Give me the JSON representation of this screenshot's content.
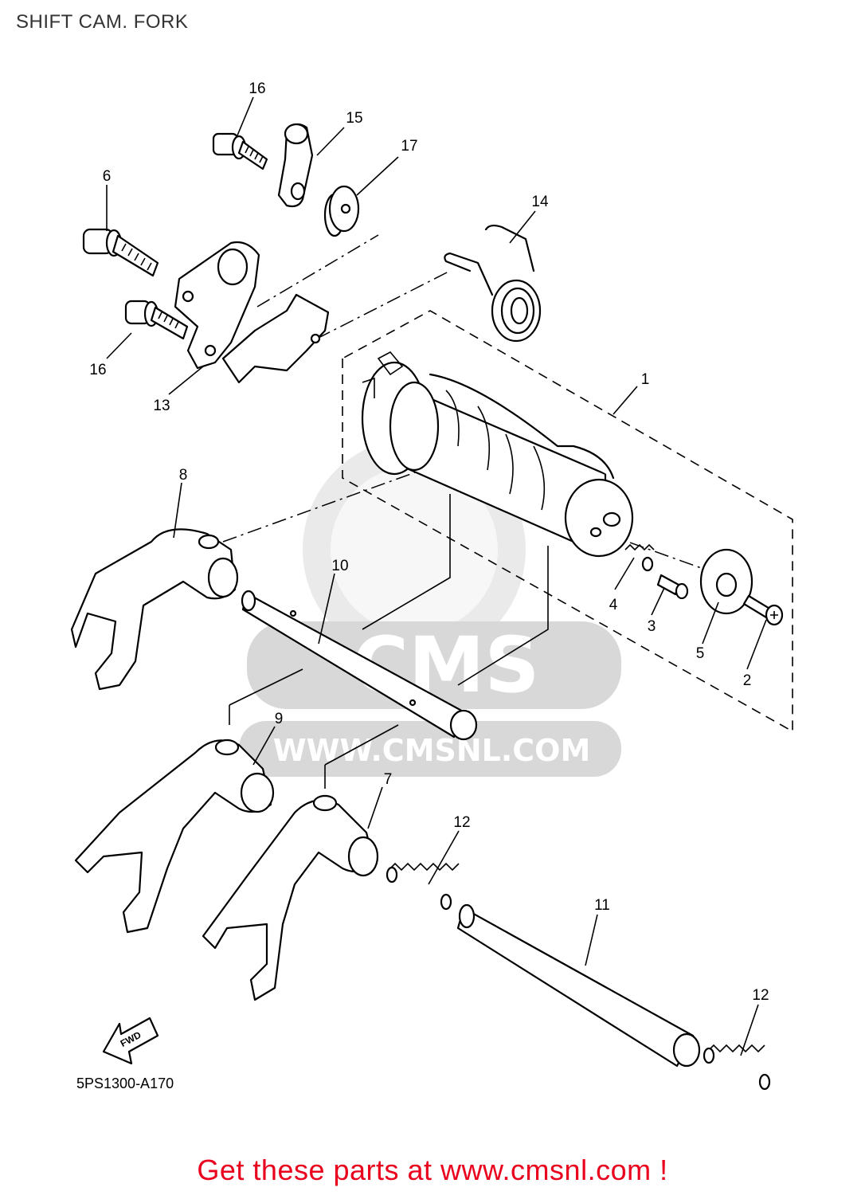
{
  "title": "SHIFT CAM. FORK",
  "diagram_code": "5PS1300-A170",
  "fwd_label": "FWD",
  "watermark": {
    "logo_text": "CMS",
    "url_text": "WWW.CMSNL.COM"
  },
  "footer_cta": "Get these parts at www.cmsnl.com !",
  "callouts": [
    "16",
    "15",
    "17",
    "6",
    "14",
    "16",
    "13",
    "1",
    "8",
    "10",
    "4",
    "3",
    "5",
    "2",
    "9",
    "7",
    "12",
    "11",
    "12"
  ],
  "colors": {
    "cta": "#e8001c",
    "watermark": "#d8d8d8",
    "line": "#000000"
  }
}
